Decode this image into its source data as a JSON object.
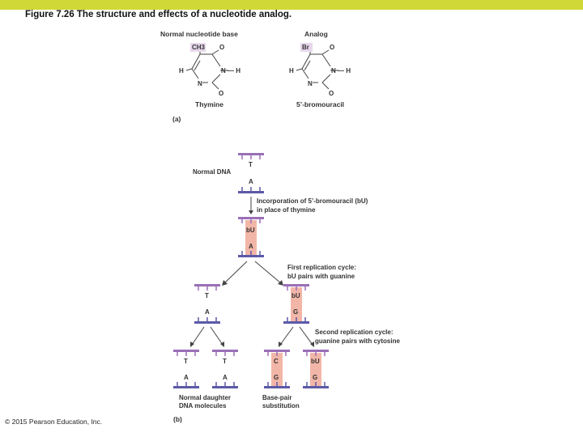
{
  "colors": {
    "top_bar": "#cfd836",
    "strand_blue": "#5c5aa8",
    "strand_purple": "#9a6fb8",
    "highlight": "#f2b6a8",
    "highlight_label": "#e8d8ec"
  },
  "figure": {
    "title": "Figure 7.26 The structure and effects of a nucleotide analog.",
    "copyright": "© 2015 Pearson Education, Inc."
  },
  "panel_a": {
    "label": "(a)",
    "left_heading": "Normal nucleotide base",
    "right_heading": "Analog",
    "left_name": "Thymine",
    "right_name": "5’-bromouracil",
    "left_substituent": "CH3",
    "right_substituent": "Br",
    "atoms": {
      "h": "H",
      "n": "N",
      "o": "O",
      "nh": "N — H"
    }
  },
  "panel_b": {
    "label": "(b)",
    "normal_dna_label": "Normal DNA",
    "incorporation_line1": "Incorporation of 5’-bromouracil (bU)",
    "incorporation_line2": "in place of thymine",
    "first_cycle_line1": "First replication cycle:",
    "first_cycle_line2": "bU pairs with guanine",
    "second_cycle_line1": "Second replication cycle:",
    "second_cycle_line2": "guanine pairs with cytosine",
    "normal_daughter_line1": "Normal daughter",
    "normal_daughter_line2": "DNA molecules",
    "base_pair_line1": "Base-pair",
    "base_pair_line2": "substitution",
    "bases": {
      "T": "T",
      "A": "A",
      "bU": "bU",
      "G": "G",
      "C": "C"
    }
  }
}
